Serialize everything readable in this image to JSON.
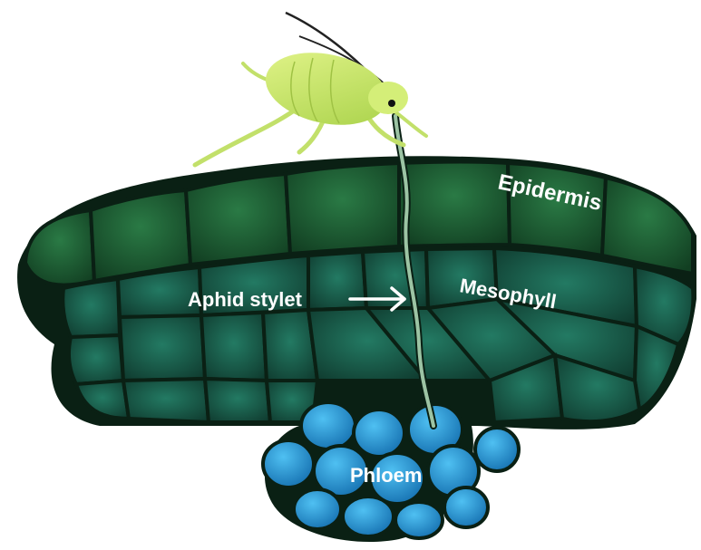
{
  "diagram": {
    "labels": {
      "epidermis": "Epidermis",
      "mesophyll": "Mesophyll",
      "stylet": "Aphid stylet",
      "phloem": "Phloem"
    },
    "colors": {
      "epidermis": "#1d5e34",
      "mesophyll": "#1c6a55",
      "phloem": "#2a9be0",
      "aphid": "#c9e86a",
      "stylet": "#8fb89a",
      "outline": "#0c2618",
      "label_text": "#ffffff"
    }
  }
}
